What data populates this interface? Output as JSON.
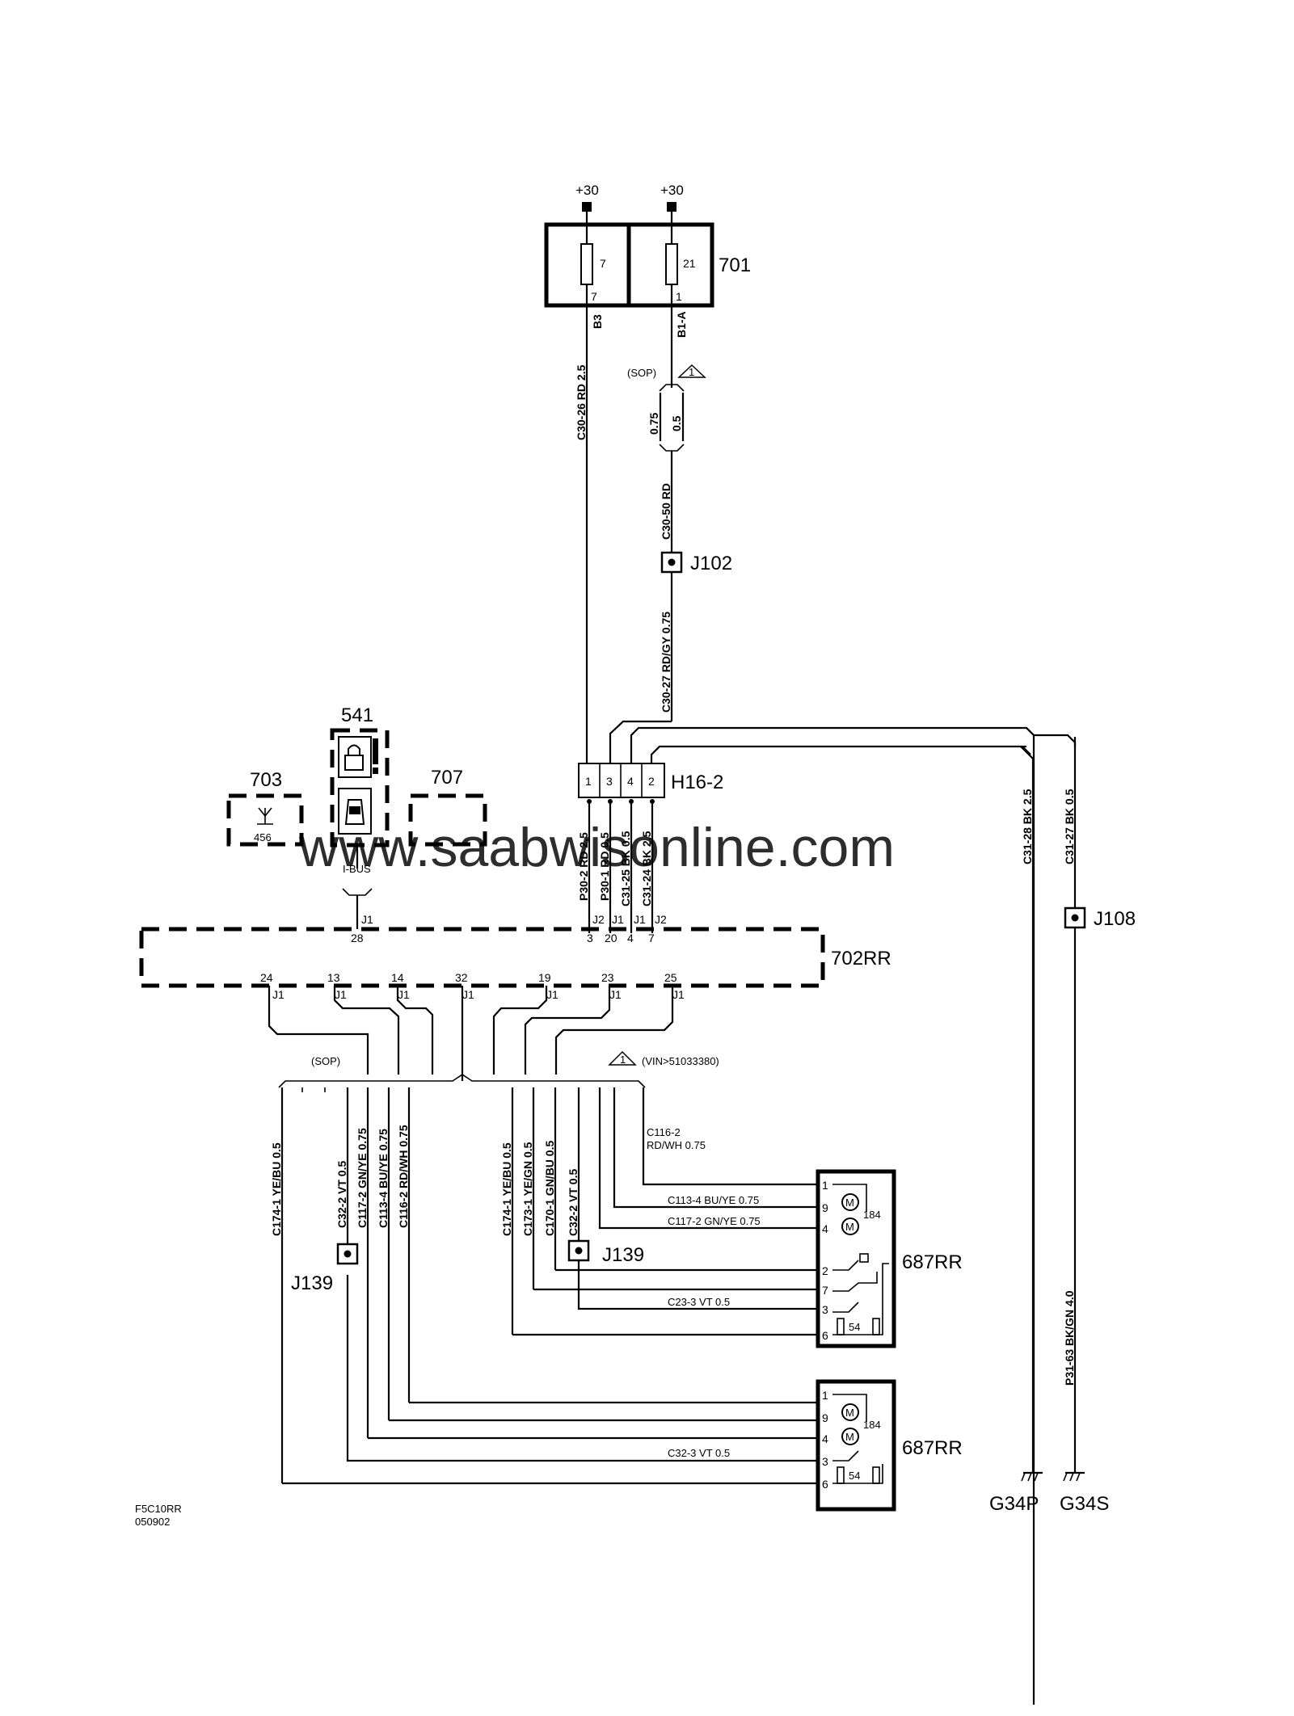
{
  "watermark": "www.saabwisonline.com",
  "supply": [
    "+30",
    "+30"
  ],
  "fusebox": {
    "id": "701",
    "fuses": [
      "7",
      "21"
    ],
    "pins": [
      "7",
      "1"
    ],
    "terms": [
      "B3",
      "B1-A"
    ]
  },
  "sop_note": "(SOP)",
  "note_1": "1",
  "wires_top": {
    "c30_26": "C30-26  RD  2.5",
    "split_a": "0.75",
    "split_b": "0.5",
    "c30_50": "C30-50  RD",
    "c30_27": "C30-27  RD/GY  0.75",
    "c31_28": "C31-28  BK  2.5",
    "c31_27": "C31-27  BK  0.5",
    "p31_63": "P31-63  BK/GN  4.0"
  },
  "junctions": {
    "j102": "J102",
    "j108": "J108",
    "j139a": "J139",
    "j139b": "J139"
  },
  "connector_h16": {
    "id": "H16-2",
    "pins": [
      "1",
      "3",
      "4",
      "2"
    ]
  },
  "h16_wires": [
    "P30-2  RD  2.5",
    "P30-1  RD  0.5",
    "C31-25  BK  0.5",
    "C31-24  BK  2.5"
  ],
  "module_702": {
    "id": "702RR",
    "top_pins": [
      {
        "j": "J1",
        "n": "28"
      },
      {
        "j": "J2",
        "n": "3"
      },
      {
        "j": "J1",
        "n": "20"
      },
      {
        "j": "J1",
        "n": "4"
      },
      {
        "j": "J2",
        "n": "7"
      }
    ],
    "bottom_pins": [
      {
        "n": "24",
        "j": "J1"
      },
      {
        "n": "13",
        "j": "J1"
      },
      {
        "n": "14",
        "j": "J1"
      },
      {
        "n": "32",
        "j": "J1"
      },
      {
        "n": "19",
        "j": "J1"
      },
      {
        "n": "23",
        "j": "J1"
      },
      {
        "n": "25",
        "j": "J1"
      }
    ]
  },
  "module_703": {
    "id": "703",
    "num": "456"
  },
  "module_541": {
    "id": "541"
  },
  "module_707": {
    "id": "707"
  },
  "ibus": "I-BUS",
  "sop_bottom": "(SOP)",
  "vin_note": "(VIN>51033380)",
  "wires_bottom_left": [
    "C174-1  YE/BU  0.5",
    "C32-2  VT  0.5",
    "C117-2  GN/YE  0.75",
    "C113-4  BU/YE  0.75",
    "C116-2  RD/WH  0.75"
  ],
  "wires_bottom_mid": [
    "C174-1  YE/BU  0.5",
    "C173-1  YE/GN  0.5",
    "C170-1  GN/BU  0.5",
    "C32-2  VT  0.5"
  ],
  "c116_label": [
    "C116-2",
    "RD/WH  0.75"
  ],
  "actuator_upper": {
    "id": "687RR",
    "pins": [
      "1",
      "9",
      "4",
      "2",
      "7",
      "3",
      "6"
    ],
    "motor": "184",
    "switch": "54",
    "wires": [
      "C113-4  BU/YE  0.75",
      "C117-2  GN/YE  0.75",
      "C23-3   VT    0.5"
    ]
  },
  "actuator_lower": {
    "id": "687RR",
    "pins": [
      "1",
      "9",
      "4",
      "3",
      "6"
    ],
    "motor": "184",
    "switch": "54",
    "wires": [
      "C32-3   VT    0.5"
    ]
  },
  "grounds": [
    "G34P",
    "G34S"
  ],
  "footer": [
    "F5C10RR",
    "050902"
  ]
}
